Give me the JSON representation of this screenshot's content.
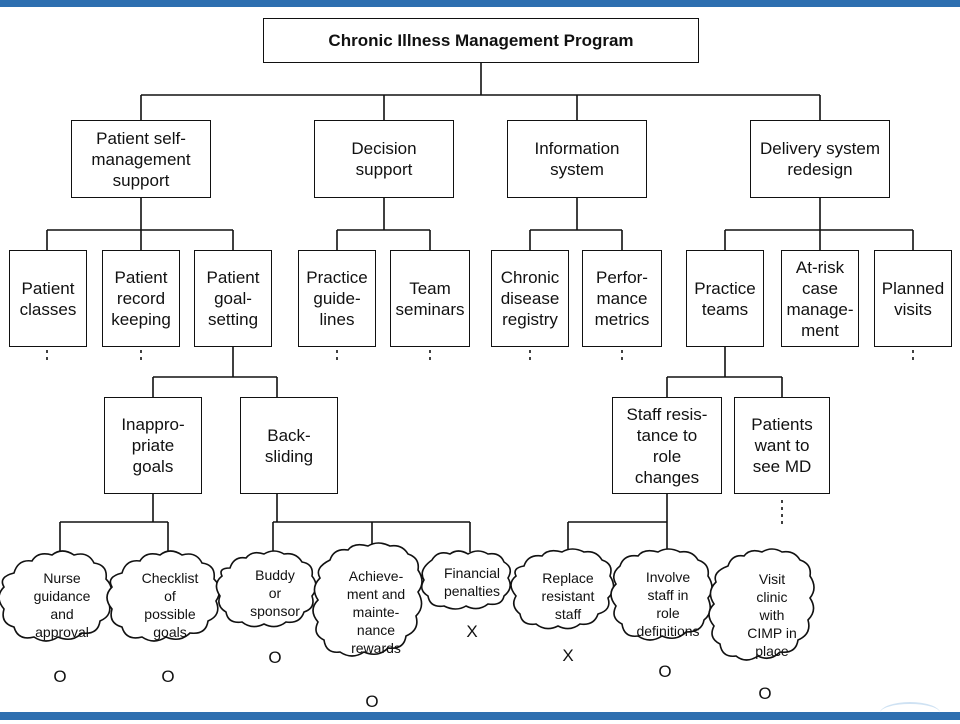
{
  "root": "Chronic Illness Management Program",
  "level1": {
    "self_management": "Patient self-\nmanagement\nsupport",
    "decision_support": "Decision\nsupport",
    "information_system": "Information\nsystem",
    "delivery_redesign": "Delivery system\nredesign"
  },
  "level2": {
    "patient_classes": "Patient\nclasses",
    "patient_record": "Patient\nrecord\nkeeping",
    "patient_goal": "Patient\ngoal-\nsetting",
    "practice_guidelines": "Practice\nguide-\nlines",
    "team_seminars": "Team\nseminars",
    "chronic_registry": "Chronic\ndisease\nregistry",
    "performance_metrics": "Perfor-\nmance\nmetrics",
    "practice_teams": "Practice\nteams",
    "at_risk": "At-risk\ncase\nmanage-\nment",
    "planned_visits": "Planned\nvisits"
  },
  "level3": {
    "inappropriate_goals": "Inappro-\npriate\ngoals",
    "backsliding": "Back-\nsliding",
    "staff_resistance": "Staff resis-\ntance to\nrole\nchanges",
    "patients_want_md": "Patients\nwant to\nsee MD"
  },
  "solutions": {
    "nurse_guidance": "Nurse\nguidance\nand\napproval",
    "checklist": "Checklist\nof\npossible\ngoals",
    "buddy": "Buddy\nor\nsponsor",
    "achievement": "Achieve-\nment and\nmainte-\nnance\nrewards",
    "financial": "Financial\npenalties",
    "replace_staff": "Replace\nresistant\nstaff",
    "involve_staff": "Involve\nstaff in\nrole\ndefinitions",
    "visit_clinic": "Visit\nclinic\nwith\nCIMP in\nplace"
  },
  "marks": {
    "nurse_guidance": "O",
    "checklist": "O",
    "buddy": "O",
    "achievement": "O",
    "financial": "X",
    "replace_staff": "X",
    "involve_staff": "O",
    "visit_clinic": "O"
  },
  "colors": {
    "accent_bar": "#2e6fb0",
    "line": "#111111"
  }
}
